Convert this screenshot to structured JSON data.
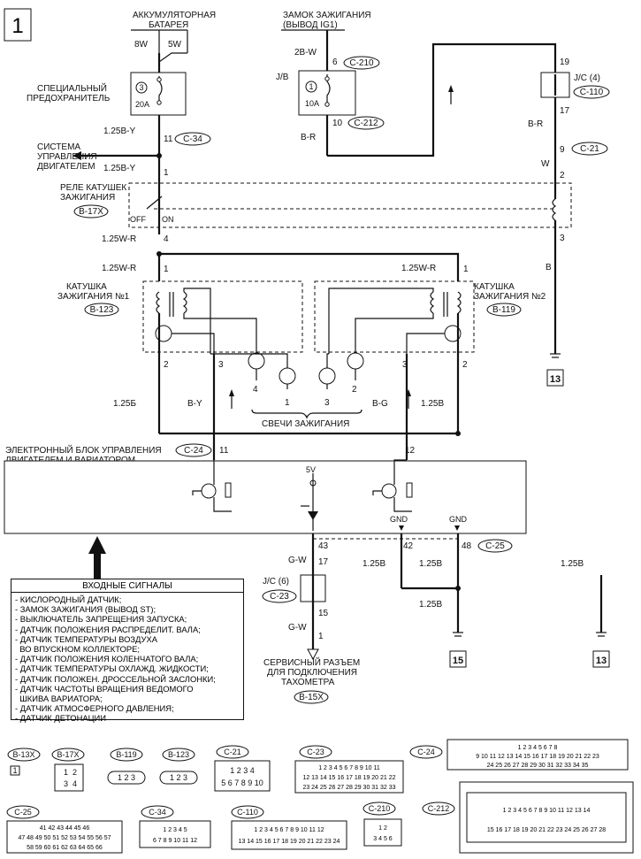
{
  "page_number": "1",
  "battery": {
    "title_line1": "АККУМУЛЯТОРНАЯ",
    "title_line2": "БАТАРЕЯ",
    "wire_left": "8W",
    "wire_right": "5W"
  },
  "ignition_switch": {
    "title_line1": "ЗАМОК ЗАЖИГАНИЯ",
    "title_line2": "(ВЫВОД IG1)"
  },
  "special_fuse": {
    "label_line1": "СПЕЦИАЛЬНЫЙ",
    "label_line2": "ПРЕДОХРАНИТЕЛЬ",
    "num": "3",
    "amps": "20A"
  },
  "jb_fuse": {
    "jb": "J/B",
    "num": "1",
    "amps": "10A",
    "wire_in": "2B-W",
    "pin_in": "6",
    "conn_in": "C-210",
    "pin_out": "10",
    "conn_out": "C-212",
    "wire_out": "B-R"
  },
  "jc4": {
    "label": "J/C (4)",
    "conn": "C-110",
    "pin_top": "19",
    "pin_bottom": "17"
  },
  "wires": {
    "w1": "1.25B-Y",
    "c34": "C-34",
    "p11": "11",
    "engine_ctrl_line1": "СИСТЕМА",
    "engine_ctrl_line2": "УПРАВЛЕНИЯ",
    "engine_ctrl_line3": "ДВИГАТЕЛЕМ",
    "w2": "1.25B-Y",
    "p1": "1",
    "br": "B-R",
    "p9": "9",
    "c21": "C-21",
    "w": "W",
    "p2": "2",
    "w3": "1.25W-R",
    "p4": "4",
    "p3": "3",
    "b": "B",
    "w4": "1.25W-R",
    "p1b": "1",
    "w5": "1.25W-R",
    "p1c": "1"
  },
  "relay": {
    "label_line1": "РЕЛЕ КАТУШЕК",
    "label_line2": "ЗАЖИГАНИЯ",
    "conn": "B-17X",
    "off": "OFF",
    "on": "ON"
  },
  "coil1": {
    "label_line1": "КАТУШКА",
    "label_line2": "ЗАЖИГАНИЯ №1",
    "conn": "B-123",
    "pin2": "2",
    "pin3": "3"
  },
  "coil2": {
    "label_line1": "КАТУШКА",
    "label_line2": "ЗАЖИГАНИЯ №2",
    "conn": "B-119",
    "pin3": "3",
    "pin2": "2"
  },
  "plugs": {
    "p4": "4",
    "p1": "1",
    "p3": "3",
    "p2": "2",
    "label": "СВЕЧИ ЗАЖИГАНИЯ"
  },
  "lower_wires": {
    "w125b_left": "1.25Б",
    "by": "B-Y",
    "bg": "B-G",
    "w125b_right": "1.25B"
  },
  "ground13": "13",
  "ecu": {
    "label_line1": "ЭЛЕКТРОННЫЙ БЛОК УПРАВЛЕНИЯ",
    "label_line2": "ДВИГАТЕЛЕМ И ВАРИАТОРОМ",
    "conn": "C-24",
    "p11": "11",
    "p12": "12",
    "v5": "5V",
    "gnd1": "GND",
    "gnd2": "GND",
    "p43": "43",
    "p42": "42",
    "p48": "48",
    "conn2": "C-25"
  },
  "bottom_wires": {
    "gw1": "G-W",
    "p17": "17",
    "jc6": "J/C (6)",
    "c23": "C-23",
    "p15": "15",
    "gw2": "G-W",
    "p1": "1",
    "w125b_a": "1.25B",
    "w125b_b": "1.25B",
    "w125b_c": "1.25B",
    "w125b_d": "1.25B",
    "ground15": "15",
    "ground13b": "13"
  },
  "service": {
    "line1": "СЕРВИСНЫЙ РАЗЪЕМ",
    "line2": "ДЛЯ ПОДКЛЮЧЕНИЯ",
    "line3": "ТАХОМЕТРА",
    "conn": "B-15X"
  },
  "inputs": {
    "title": "ВХОДНЫЕ СИГНАЛЫ",
    "items": [
      "- КИСЛОРОДНЫЙ ДАТЧИК;",
      "- ЗАМОК ЗАЖИГАНИЯ (ВЫВОД ST);",
      "- ВЫКЛЮЧАТЕЛЬ ЗАПРЕЩЕНИЯ ЗАПУСКА;",
      "- ДАТЧИК ПОЛОЖЕНИЯ РАСПРЕДЕЛИТ. ВАЛА;",
      "- ДАТЧИК ТЕМПЕРАТУРЫ ВОЗДУХА",
      "  ВО ВПУСКНОМ КОЛЛЕКТОРЕ;",
      "- ДАТЧИК ПОЛОЖЕНИЯ КОЛЕНЧАТОГО ВАЛА;",
      "- ДАТЧИК ТЕМПЕРАТУРЫ ОХЛАЖД. ЖИДКОСТИ;",
      "- ДАТЧИК ПОЛОЖЕН. ДРОССЕЛЬНОЙ ЗАСЛОНКИ;",
      "- ДАТЧИК ЧАСТОТЫ ВРАЩЕНИЯ ВЕДОМОГО",
      "  ШКИВА ВАРИАТОРА;",
      "- ДАТЧИК АТМОСФЕРНОГО ДАВЛЕНИЯ;",
      "- ДАТЧИК ДЕТОНАЦИИ"
    ]
  },
  "connectors": {
    "b13x": "B-13X",
    "b13x_pin": "1",
    "b17x": "B-17X",
    "b17x_pins": [
      "1",
      "2",
      "3",
      "4"
    ],
    "b119": "B-119",
    "b119_pins": "1 2 3",
    "b123": "B-123",
    "b123_pins": "1 2 3",
    "c21": "C-21",
    "c21_pins": [
      "1",
      "2",
      "3",
      "4",
      "5",
      "6",
      "7",
      "8",
      "9",
      "10"
    ],
    "c23": "C-23",
    "c23_row1": "1 2 3 4 5 6 7 8 9 10 11",
    "c23_row2": "12 13 14 15 16 17 18 19 20 21 22",
    "c23_row3": "23 24 25 26 27 28 29 30 31 32 33",
    "c24": "C-24",
    "c24_row1": "1 2 3 4 5 6 7 8",
    "c24_row2": "9 10 11 12 13 14 15 16 17 18 19 20 21 22 23",
    "c24_row3": "24 25 26 27 28 29 30 31 32 33 34 35",
    "c25": "C-25",
    "c25_row1": "41 42 43 44 45 46",
    "c25_row2": "47 48 49 50 51 52 53 54 55 56 57",
    "c25_row3": "58 59 60 61 62 63 64 65 66",
    "c34": "C-34",
    "c34_row1": "1 2 3 4 5",
    "c34_row2": "6 7 8 9 10 11 12",
    "c110": "C-110",
    "c110_row1": "1 2 3 4 5 6 7 8 9 10 11 12",
    "c110_row2": "13 14 15 16 17 18 19 20 21 22 23 24",
    "c210": "C-210",
    "c210_row1": "1 2",
    "c210_row2": "3 4 5 6",
    "c212": "C-212",
    "c212_row1": "1 2 3 4 5 6 7 8 9 10 11 12 13 14",
    "c212_row2": "15 16 17 18 19 20 21 22 23 24 25 26 27 28"
  }
}
